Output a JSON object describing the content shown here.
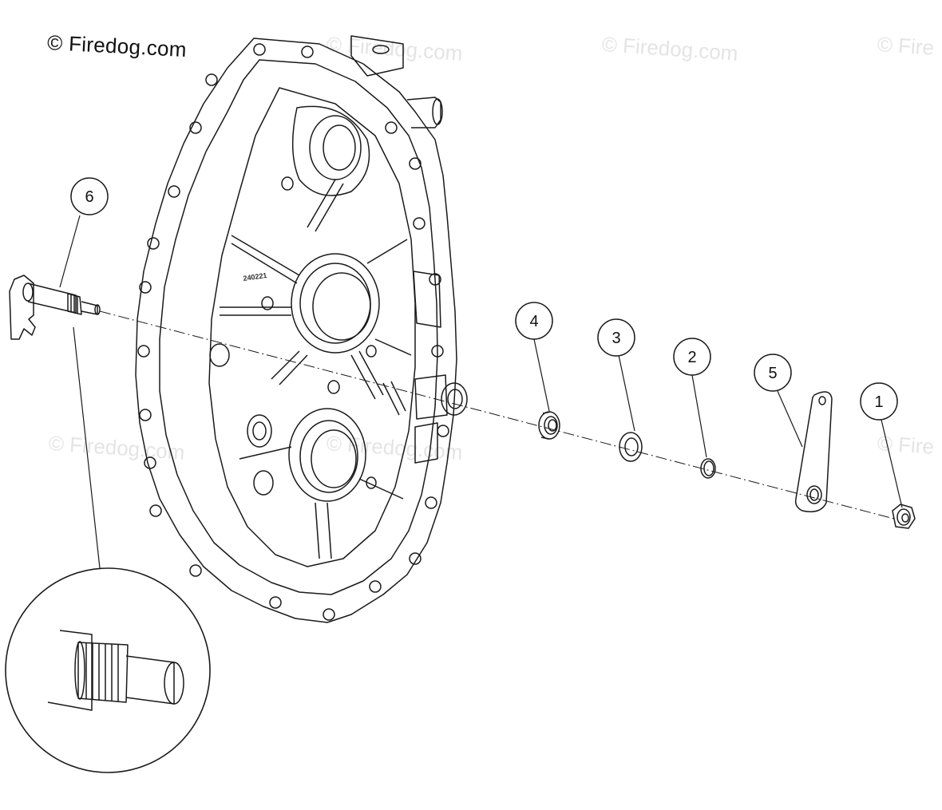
{
  "copyright": "© Firedog.com",
  "watermarks": [
    "© Firedog.com",
    "© Firedog.com",
    "© Fire",
    "© Firedog.com",
    "© Firedog.com",
    "© Fire"
  ],
  "housing_stamp": "240221",
  "callouts": [
    {
      "id": "1"
    },
    {
      "id": "2"
    },
    {
      "id": "3"
    },
    {
      "id": "4"
    },
    {
      "id": "5"
    },
    {
      "id": "6"
    }
  ],
  "colors": {
    "line": "#1a1a1a",
    "watermark": "#e4e4e4",
    "background": "#ffffff"
  }
}
